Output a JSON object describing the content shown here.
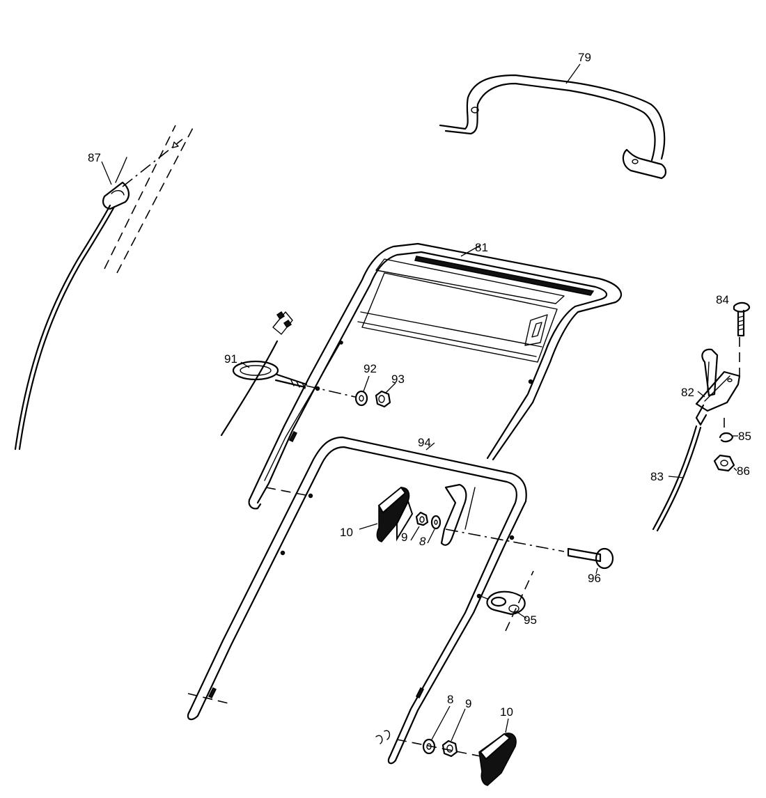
{
  "labels": {
    "p79": "79",
    "p87": "87",
    "p81": "81",
    "p84": "84",
    "p91": "91",
    "p92": "92",
    "p93": "93",
    "p82": "82",
    "p94": "94",
    "p85": "85",
    "p83": "83",
    "p86": "86",
    "p10a": "10",
    "p9a": "9",
    "p8a": "8",
    "p96": "96",
    "p95": "95",
    "p8b": "8",
    "p9b": "9",
    "p10b": "10"
  }
}
